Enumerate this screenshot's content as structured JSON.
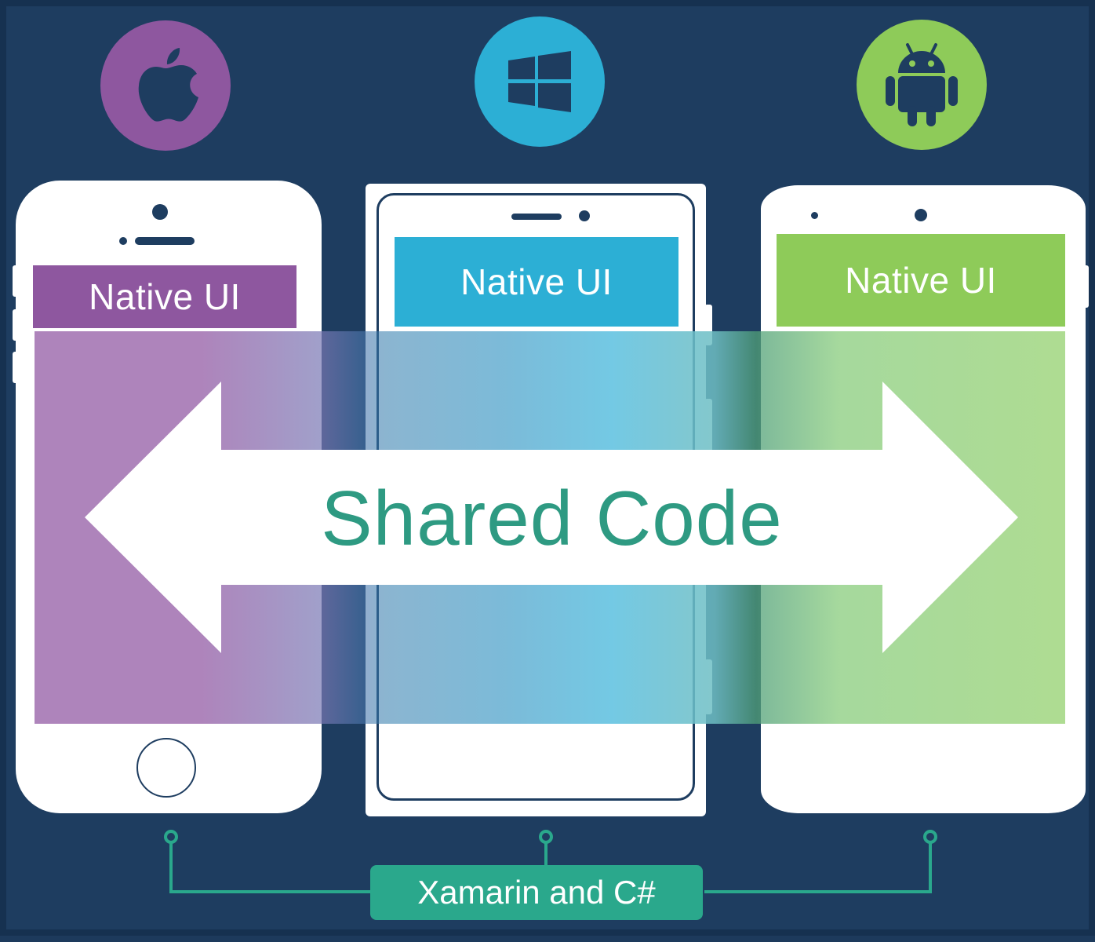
{
  "platforms": [
    {
      "name": "ios",
      "icon": "apple-icon",
      "color": "#8e579f",
      "native_label": "Native UI"
    },
    {
      "name": "windows",
      "icon": "windows-icon",
      "color": "#2cafd5",
      "native_label": "Native UI"
    },
    {
      "name": "android",
      "icon": "android-icon",
      "color": "#8ecb59",
      "native_label": "Native UI"
    }
  ],
  "shared": {
    "label": "Shared Code",
    "text_color": "#2e9a82"
  },
  "footer": {
    "label": "Xamarin and C#",
    "color": "#2aa88c",
    "line_color": "#2aa88c"
  }
}
